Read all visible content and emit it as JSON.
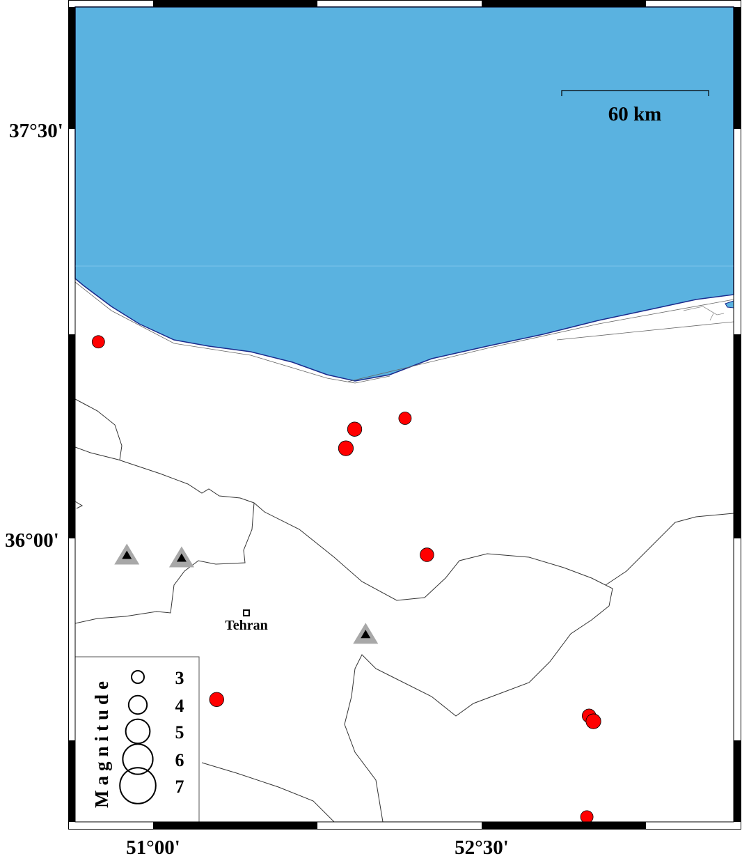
{
  "map": {
    "colors": {
      "sea": "#5ab2e0",
      "coast": "#1a2a8c",
      "event": "#ff0000",
      "station_outer": "#a8a8a8",
      "station_inner": "#000000"
    },
    "axis_labels": {
      "lat_top": "37°30'",
      "lat_mid": "36°00'",
      "lon_left": "51°00'",
      "lon_right": "52°30'"
    },
    "scale_bar": {
      "label": "60 km"
    },
    "city": {
      "name": "Tehran",
      "lon": 51.43,
      "lat": 35.7
    },
    "legend": {
      "title": "Magnitude",
      "entries": [
        {
          "label": "3",
          "mag": 3
        },
        {
          "label": "4",
          "mag": 4
        },
        {
          "label": "5",
          "mag": 5
        },
        {
          "label": "6",
          "mag": 6
        },
        {
          "label": "7",
          "mag": 7
        }
      ]
    },
    "events": [
      {
        "lon": 50.75,
        "lat": 36.72,
        "mag": 3.0
      },
      {
        "lon": 51.92,
        "lat": 36.4,
        "mag": 3.3
      },
      {
        "lon": 52.15,
        "lat": 36.44,
        "mag": 3.0
      },
      {
        "lon": 51.88,
        "lat": 36.33,
        "mag": 3.4
      },
      {
        "lon": 52.25,
        "lat": 35.94,
        "mag": 3.2
      },
      {
        "lon": 51.29,
        "lat": 35.41,
        "mag": 3.3
      },
      {
        "lon": 52.99,
        "lat": 35.35,
        "mag": 3.2
      },
      {
        "lon": 53.01,
        "lat": 35.33,
        "mag": 3.4
      },
      {
        "lon": 52.98,
        "lat": 34.98,
        "mag": 3.0
      }
    ],
    "stations": [
      {
        "lon": 50.88,
        "lat": 35.94
      },
      {
        "lon": 51.13,
        "lat": 35.93
      },
      {
        "lon": 51.97,
        "lat": 35.65
      }
    ]
  }
}
